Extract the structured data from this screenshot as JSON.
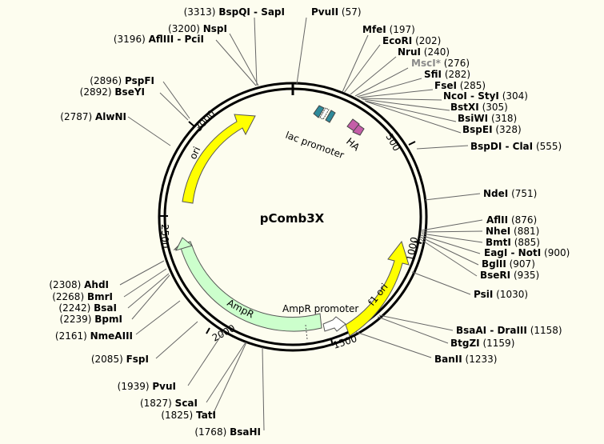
{
  "title": "pComb3X",
  "colors": {
    "background": "#fdfdef",
    "ori": "#ffff00",
    "f1_ori": "#ffff00",
    "ampr": "#ccffcc",
    "lac": "#2e8a9a",
    "ha": "#c45ea8"
  },
  "ticks": [
    {
      "label": "500"
    },
    {
      "label": "1000"
    },
    {
      "label": "1500"
    },
    {
      "label": "2000"
    },
    {
      "label": "2500"
    },
    {
      "label": "3000"
    }
  ],
  "features": {
    "ori": "ori",
    "f1_ori": "f1 ori",
    "ampr": "AmpR",
    "ampr_promoter": "AmpR promoter",
    "lac_promoter": "lac promoter",
    "ha": "HA"
  },
  "sites": [
    {
      "name": "BspQI - SapI",
      "pos": "(3313)"
    },
    {
      "name": "PvuII",
      "pos": "(57)"
    },
    {
      "name": "NspI",
      "pos": "(3200)"
    },
    {
      "name": "AflIII - PciI",
      "pos": "(3196)"
    },
    {
      "name": "MfeI",
      "pos": "(197)"
    },
    {
      "name": "EcoRI",
      "pos": "(202)"
    },
    {
      "name": "NruI",
      "pos": "(240)"
    },
    {
      "name": "MscI*",
      "pos": "(276)"
    },
    {
      "name": "SfiI",
      "pos": "(282)"
    },
    {
      "name": "FseI",
      "pos": "(285)"
    },
    {
      "name": "NcoI - StyI",
      "pos": "(304)"
    },
    {
      "name": "BstXI",
      "pos": "(305)"
    },
    {
      "name": "BsiWI",
      "pos": "(318)"
    },
    {
      "name": "BspEI",
      "pos": "(328)"
    },
    {
      "name": "BspDI - ClaI",
      "pos": "(555)"
    },
    {
      "name": "PspFI",
      "pos": "(2896)"
    },
    {
      "name": "BseYI",
      "pos": "(2892)"
    },
    {
      "name": "AlwNI",
      "pos": "(2787)"
    },
    {
      "name": "NdeI",
      "pos": "(751)"
    },
    {
      "name": "AflII",
      "pos": "(876)"
    },
    {
      "name": "NheI",
      "pos": "(881)"
    },
    {
      "name": "BmtI",
      "pos": "(885)"
    },
    {
      "name": "EagI - NotI",
      "pos": "(900)"
    },
    {
      "name": "BglII",
      "pos": "(907)"
    },
    {
      "name": "BseRI",
      "pos": "(935)"
    },
    {
      "name": "PsiI",
      "pos": "(1030)"
    },
    {
      "name": "BsaAI - DraIII",
      "pos": "(1158)"
    },
    {
      "name": "BtgZI",
      "pos": "(1159)"
    },
    {
      "name": "BanII",
      "pos": "(1233)"
    },
    {
      "name": "AhdI",
      "pos": "(2308)"
    },
    {
      "name": "BmrI",
      "pos": "(2268)"
    },
    {
      "name": "BsaI",
      "pos": "(2242)"
    },
    {
      "name": "BpmI",
      "pos": "(2239)"
    },
    {
      "name": "NmeAIII",
      "pos": "(2161)"
    },
    {
      "name": "FspI",
      "pos": "(2085)"
    },
    {
      "name": "PvuI",
      "pos": "(1939)"
    },
    {
      "name": "ScaI",
      "pos": "(1827)"
    },
    {
      "name": "TatI",
      "pos": "(1825)"
    },
    {
      "name": "BsaHI",
      "pos": "(1768)"
    }
  ]
}
